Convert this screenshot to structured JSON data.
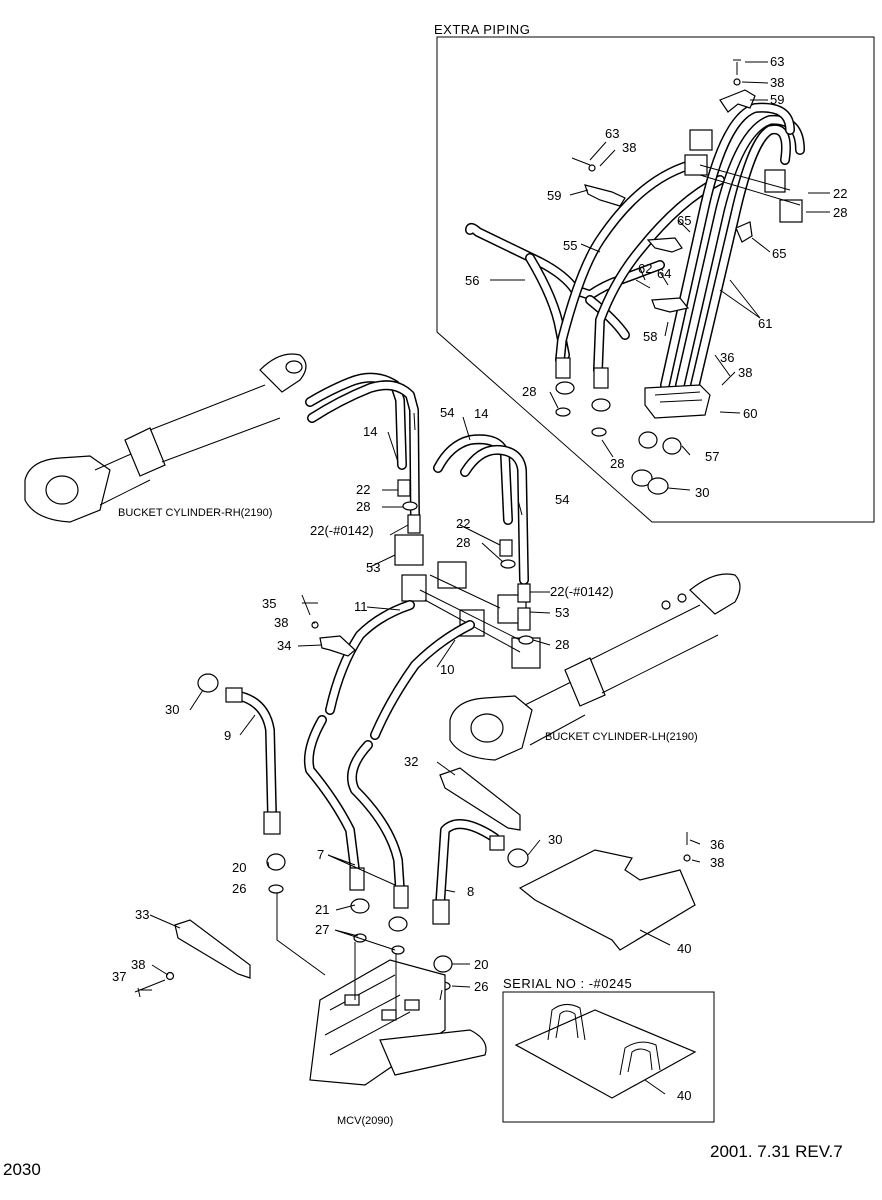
{
  "extra_piping": {
    "title": "EXTRA  PIPING",
    "labels": {
      "p63a": "63",
      "p38a": "38",
      "p59a": "59",
      "p63b": "63",
      "p38b": "38",
      "p59b": "59",
      "p22": "22",
      "p28a": "28",
      "p65a": "65",
      "p65b": "65",
      "p55": "55",
      "p56": "56",
      "p62": "62",
      "p64": "64",
      "p61": "61",
      "p58": "58",
      "p36": "36",
      "p38c": "38",
      "p28b": "28",
      "p60": "60",
      "p28c": "28",
      "p57": "57",
      "p30": "30"
    }
  },
  "main": {
    "labels": {
      "p14a": "14",
      "p54a": "54",
      "p14b": "14",
      "p54b": "54",
      "p22a": "22",
      "p28a": "28",
      "p22n1": "22(-#0142)",
      "p22b": "22",
      "p28b": "28",
      "p53a": "53",
      "p22n2": "22(-#0142)",
      "p53b": "53",
      "p28c": "28",
      "p35": "35",
      "p38a": "38",
      "p11": "11",
      "p34": "34",
      "p10": "10",
      "p30a": "30",
      "p9": "9",
      "p32": "32",
      "p30b": "30",
      "p36": "36",
      "p38b": "38",
      "p7": "7",
      "p8": "8",
      "p20a": "20",
      "p26a": "26",
      "p21": "21",
      "p27": "27",
      "p33": "33",
      "p40a": "40",
      "p38c": "38",
      "p37": "37",
      "p20b": "20",
      "p26b": "26"
    },
    "captions": {
      "rh": "BUCKET CYLINDER-RH(2190)",
      "lh": "BUCKET CYLINDER-LH(2190)",
      "mcv": "MCV(2090)"
    }
  },
  "serial": {
    "title": "SERIAL NO : -#0245",
    "label40": "40"
  },
  "footer": {
    "page": "2030",
    "date_rev": "2001. 7.31  REV.7"
  }
}
